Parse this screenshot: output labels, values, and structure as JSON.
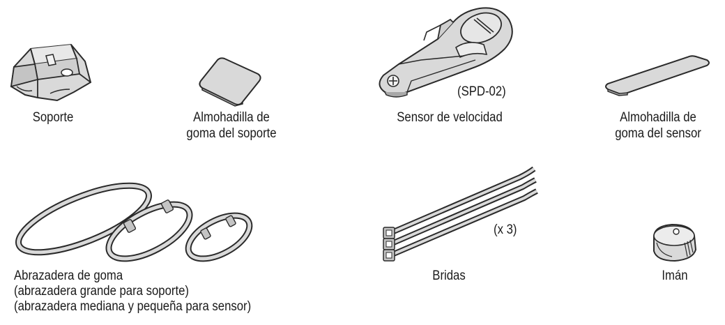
{
  "parts": {
    "bracket": {
      "label": "Soporte",
      "icon": "bracket-icon"
    },
    "bracket_pad": {
      "label_line1": "Almohadilla de",
      "label_line2": "goma del soporte",
      "icon": "rubber-pad-icon"
    },
    "speed_sensor": {
      "label": "Sensor de velocidad",
      "model": "(SPD-02)",
      "icon": "speed-sensor-icon"
    },
    "sensor_pad": {
      "label_line1": "Almohadilla de",
      "label_line2": "goma del sensor",
      "icon": "sensor-pad-icon"
    },
    "rubber_bands": {
      "label_line1": "Abrazadera de goma",
      "label_line2": "(abrazadera grande para soporte)",
      "label_line3": "(abrazadera mediana y pequeña para sensor)",
      "icon": "rubber-bands-icon"
    },
    "zip_ties": {
      "label": "Bridas",
      "count": "(x 3)",
      "icon": "zip-ties-icon"
    },
    "magnet": {
      "label": "Imán",
      "icon": "magnet-icon"
    }
  },
  "colors": {
    "fill": "#d9d9d9",
    "fill_dark": "#a8a8a8",
    "stroke": "#2a2a2a"
  }
}
